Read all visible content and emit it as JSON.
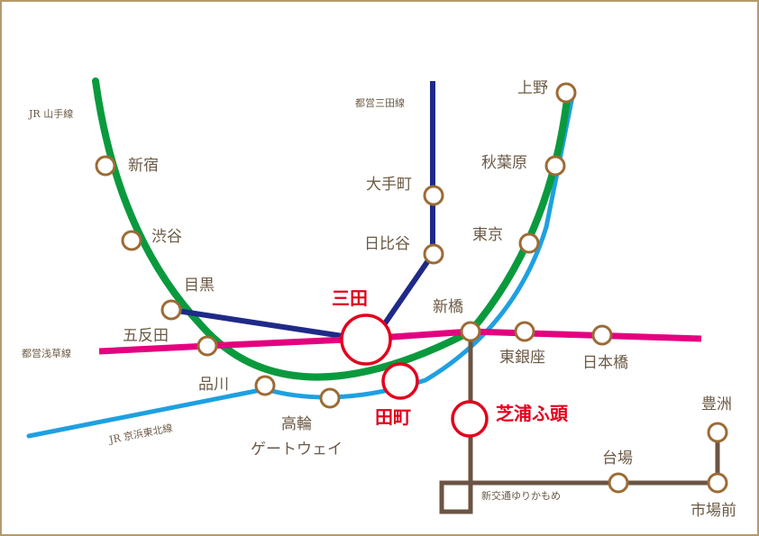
{
  "colors": {
    "frame": "#b39a6a",
    "yamanote": "#0a9a3d",
    "keihin_tohoku": "#1ea0e1",
    "mita_line": "#1f2a88",
    "asakusa_line": "#e4007f",
    "yurikamome": "#6b5444",
    "station_border": "#9c6b35",
    "highlight": "#e1001c",
    "label": "#6b5a45"
  },
  "lines": {
    "yamanote": "JR 山手線",
    "mita": "都営三田線",
    "asakusa": "都営浅草線",
    "keihin": "JR 京浜東北線",
    "yurikamome": "新交通ゆりかもめ"
  },
  "stations": {
    "shinjuku": "新宿",
    "shibuya": "渋谷",
    "meguro": "目黒",
    "gotanda": "五反田",
    "shinagawa": "品川",
    "takanawa_1": "高輪",
    "takanawa_2": "ゲートウェイ",
    "tamachi": "田町",
    "mita": "三田",
    "shibaura": "芝浦ふ頭",
    "shimbashi": "新橋",
    "tokyo": "東京",
    "akihabara": "秋葉原",
    "ueno": "上野",
    "otemachi": "大手町",
    "hibiya": "日比谷",
    "higashi_ginza": "東銀座",
    "nihombashi": "日本橋",
    "daiba": "台場",
    "toyosu": "豊洲",
    "shijo_mae": "市場前"
  }
}
